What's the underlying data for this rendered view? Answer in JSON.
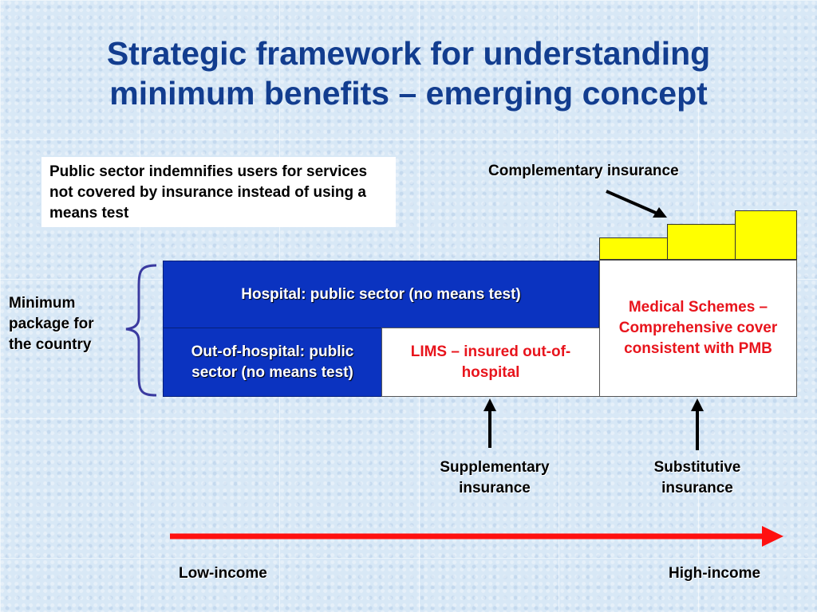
{
  "title": {
    "line1": "Strategic framework for understanding",
    "line2": "minimum benefits – emerging concept"
  },
  "note": "Public sector indemnifies users for services not covered by insurance instead of using a means test",
  "complementary_label": "Complementary insurance",
  "brace_label": "Minimum package for the country",
  "hospital_box": "Hospital: public sector (no means test)",
  "out_of_hospital_box": "Out-of-hospital: public sector (no means test)",
  "lims_box": "LIMS – insured out-of-hospital",
  "medical_schemes_box": "Medical Schemes – Comprehensive cover consistent with PMB",
  "supplementary_label": "Supplementary insurance",
  "substitutive_label": "Substitutive insurance",
  "axis": {
    "low": "Low-income",
    "high": "High-income"
  },
  "colors": {
    "title": "#123d8f",
    "blue_box": "#0b33c0",
    "red_text": "#e8141c",
    "yellow": "#ffff00",
    "income_arrow": "#ff1010",
    "brace": "#3a3aa0"
  }
}
